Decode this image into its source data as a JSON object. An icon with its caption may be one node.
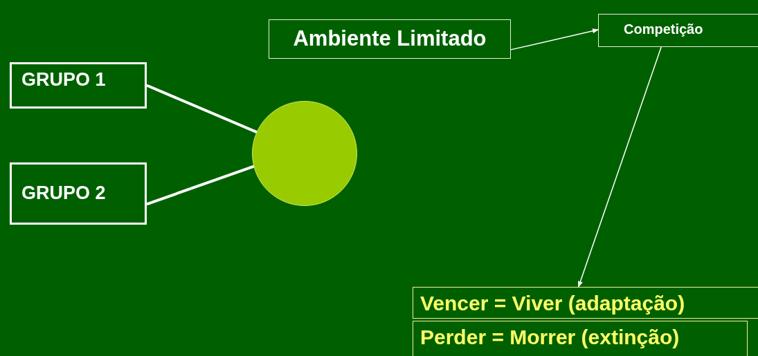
{
  "diagram": {
    "nodes": [
      {
        "text": [
          "GRUPO 1"
        ]
      },
      {
        "text": [
          "GRUPO 2"
        ]
      },
      {
        "text": [],
        "shape": "circle"
      },
      {
        "text": [
          "Ambiente Limitado"
        ]
      },
      {
        "text": [
          "Competição"
        ]
      },
      {
        "text": [
          "Vencer = Viver (adaptação)"
        ]
      },
      {
        "text": [
          "Perder = Morrer (extinção)"
        ]
      }
    ],
    "edges": [
      {
        "from": 0,
        "to": 2,
        "arrow": "none",
        "style": "thick"
      },
      {
        "from": 1,
        "to": 2,
        "arrow": "none",
        "style": "thick"
      },
      {
        "from": 3,
        "to": 4,
        "arrow": "to"
      },
      {
        "from": 4,
        "to": 5,
        "arrow": "to"
      }
    ]
  }
}
